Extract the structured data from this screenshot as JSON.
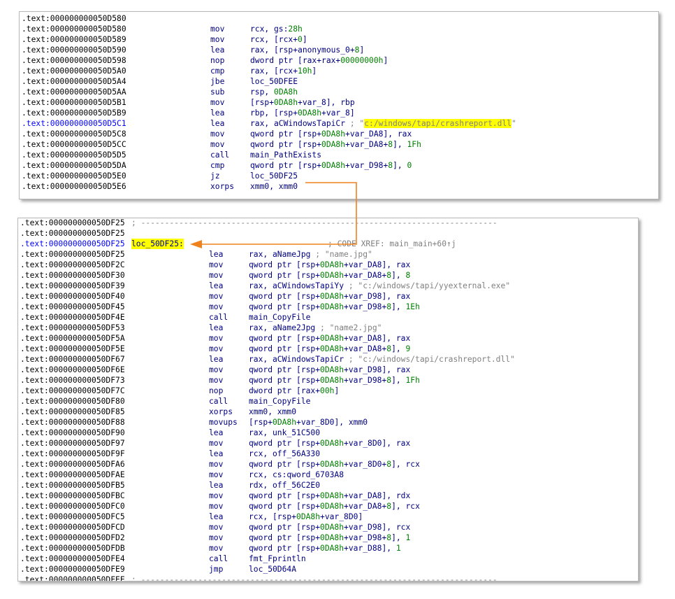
{
  "colors": {
    "accent_arrow": "#f0821e",
    "highlight": "#ffff00",
    "address": "#000000",
    "selected_address": "#0000ff",
    "code": "#000080",
    "comment": "#808080",
    "constant": "#008000"
  },
  "block1": {
    "lines": [
      {
        "addr": ".text:000000000050D580"
      },
      {
        "addr": ".text:000000000050D580",
        "mn": "mov",
        "op": "rcx, gs:28h"
      },
      {
        "addr": ".text:000000000050D589",
        "mn": "mov",
        "op": "rcx, [rcx+0]"
      },
      {
        "addr": ".text:000000000050D590",
        "mn": "lea",
        "op": "rax, [rsp+anonymous_0+8]"
      },
      {
        "addr": ".text:000000000050D598",
        "mn": "nop",
        "op": "dword ptr [rax+rax+00000000h]"
      },
      {
        "addr": ".text:000000000050D5A0",
        "mn": "cmp",
        "op": "rax, [rcx+10h]"
      },
      {
        "addr": ".text:000000000050D5A4",
        "mn": "jbe",
        "op": "loc_50DFEE"
      },
      {
        "addr": ".text:000000000050D5AA",
        "mn": "sub",
        "op": "rsp, 0DA8h"
      },
      {
        "addr": ".text:000000000050D5B1",
        "mn": "mov",
        "op": "[rsp+0DA8h+var_8], rbp"
      },
      {
        "addr": ".text:000000000050D5B9",
        "mn": "lea",
        "op": "rbp, [rsp+0DA8h+var_8]"
      },
      {
        "addr": ".text:000000000050D5C1",
        "mn": "lea",
        "op": "rax, aCWindowsTapiCr",
        "cm": "; \"",
        "hl": "c:/windows/tapi/crashreport.dll",
        "cm2": "\"",
        "sel": true
      },
      {
        "addr": ".text:000000000050D5C8",
        "mn": "mov",
        "op": "qword ptr [rsp+0DA8h+var_DA8], rax"
      },
      {
        "addr": ".text:000000000050D5CC",
        "mn": "mov",
        "op": "qword ptr [rsp+0DA8h+var_DA8+8], 1Fh"
      },
      {
        "addr": ".text:000000000050D5D5",
        "mn": "call",
        "op": "main_PathExists"
      },
      {
        "addr": ".text:000000000050D5DA",
        "mn": "cmp",
        "op": "qword ptr [rsp+0DA8h+var_D98+8], 0"
      },
      {
        "addr": ".text:000000000050D5E0",
        "mn": "jz",
        "op": "loc_50DF25"
      },
      {
        "addr": ".text:000000000050D5E6",
        "mn": "xorps",
        "op": "xmm0, xmm0"
      }
    ]
  },
  "block2": {
    "lines": [
      {
        "addr": ".text:000000000050DF25",
        "sep": "; ---------------------------------------------------------------------------"
      },
      {
        "addr": ".text:000000000050DF25"
      },
      {
        "addr": ".text:000000000050DF25",
        "label": "loc_50DF25:",
        "xref": "; CODE XREF: main_main+60↑j",
        "sel": true
      },
      {
        "addr": ".text:000000000050DF25",
        "mn": "lea",
        "op": "rax, aNameJpg",
        "cm": "; \"name.jpg\""
      },
      {
        "addr": ".text:000000000050DF2C",
        "mn": "mov",
        "op": "qword ptr [rsp+0DA8h+var_DA8], rax"
      },
      {
        "addr": ".text:000000000050DF30",
        "mn": "mov",
        "op": "qword ptr [rsp+0DA8h+var_DA8+8], 8"
      },
      {
        "addr": ".text:000000000050DF39",
        "mn": "lea",
        "op": "rax, aCWindowsTapiYy",
        "cm": "; \"c:/windows/tapi/yyexternal.exe\""
      },
      {
        "addr": ".text:000000000050DF40",
        "mn": "mov",
        "op": "qword ptr [rsp+0DA8h+var_D98], rax"
      },
      {
        "addr": ".text:000000000050DF45",
        "mn": "mov",
        "op": "qword ptr [rsp+0DA8h+var_D98+8], 1Eh"
      },
      {
        "addr": ".text:000000000050DF4E",
        "mn": "call",
        "op": "main_CopyFile"
      },
      {
        "addr": ".text:000000000050DF53",
        "mn": "lea",
        "op": "rax, aName2Jpg",
        "cm": "; \"name2.jpg\""
      },
      {
        "addr": ".text:000000000050DF5A",
        "mn": "mov",
        "op": "qword ptr [rsp+0DA8h+var_DA8], rax"
      },
      {
        "addr": ".text:000000000050DF5E",
        "mn": "mov",
        "op": "qword ptr [rsp+0DA8h+var_DA8+8], 9"
      },
      {
        "addr": ".text:000000000050DF67",
        "mn": "lea",
        "op": "rax, aCWindowsTapiCr",
        "cm": "; \"c:/windows/tapi/crashreport.dll\""
      },
      {
        "addr": ".text:000000000050DF6E",
        "mn": "mov",
        "op": "qword ptr [rsp+0DA8h+var_D98], rax"
      },
      {
        "addr": ".text:000000000050DF73",
        "mn": "mov",
        "op": "qword ptr [rsp+0DA8h+var_D98+8], 1Fh"
      },
      {
        "addr": ".text:000000000050DF7C",
        "mn": "nop",
        "op": "dword ptr [rax+00h]"
      },
      {
        "addr": ".text:000000000050DF80",
        "mn": "call",
        "op": "main_CopyFile"
      },
      {
        "addr": ".text:000000000050DF85",
        "mn": "xorps",
        "op": "xmm0, xmm0"
      },
      {
        "addr": ".text:000000000050DF88",
        "mn": "movups",
        "op": "[rsp+0DA8h+var_8D0], xmm0"
      },
      {
        "addr": ".text:000000000050DF90",
        "mn": "lea",
        "op": "rax, unk_51C500"
      },
      {
        "addr": ".text:000000000050DF97",
        "mn": "mov",
        "op": "qword ptr [rsp+0DA8h+var_8D0], rax"
      },
      {
        "addr": ".text:000000000050DF9F",
        "mn": "lea",
        "op": "rcx, off_56A330"
      },
      {
        "addr": ".text:000000000050DFA6",
        "mn": "mov",
        "op": "qword ptr [rsp+0DA8h+var_8D0+8], rcx"
      },
      {
        "addr": ".text:000000000050DFAE",
        "mn": "mov",
        "op": "rcx, cs:qword_6703A8"
      },
      {
        "addr": ".text:000000000050DFB5",
        "mn": "lea",
        "op": "rdx, off_56C2E0"
      },
      {
        "addr": ".text:000000000050DFBC",
        "mn": "mov",
        "op": "qword ptr [rsp+0DA8h+var_DA8], rdx"
      },
      {
        "addr": ".text:000000000050DFC0",
        "mn": "mov",
        "op": "qword ptr [rsp+0DA8h+var_DA8+8], rcx"
      },
      {
        "addr": ".text:000000000050DFC5",
        "mn": "lea",
        "op": "rcx, [rsp+0DA8h+var_8D0]"
      },
      {
        "addr": ".text:000000000050DFCD",
        "mn": "mov",
        "op": "qword ptr [rsp+0DA8h+var_D98], rcx"
      },
      {
        "addr": ".text:000000000050DFD2",
        "mn": "mov",
        "op": "qword ptr [rsp+0DA8h+var_D98+8], 1"
      },
      {
        "addr": ".text:000000000050DFDB",
        "mn": "mov",
        "op": "qword ptr [rsp+0DA8h+var_D88], 1"
      },
      {
        "addr": ".text:000000000050DFE4",
        "mn": "call",
        "op": "fmt_Fprintln"
      },
      {
        "addr": ".text:000000000050DFE9",
        "mn": "jmp",
        "op": "loc_50D64A"
      },
      {
        "addr": ".text:000000000050DFEE",
        "sep": "; ---------------------------------------------------------------------------"
      }
    ]
  }
}
